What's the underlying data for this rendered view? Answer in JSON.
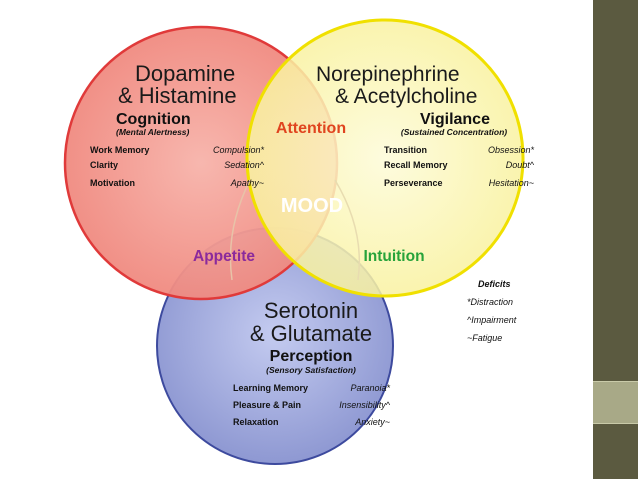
{
  "colors": {
    "circle_top_left": "#f2958c",
    "circle_top_right": "#fbf6a8",
    "circle_bottom": "#8a94d0",
    "stroke_top_left": "#e03a3a",
    "stroke_top_right": "#f0e000",
    "stroke_bottom": "#3d4a9e",
    "attention": "#e0441f",
    "appetite": "#8b2a9c",
    "intuition": "#27a33a",
    "sidebar": "#5b5a40",
    "sidebar_block": "#a8a987"
  },
  "center_label": "MOOD",
  "overlaps": {
    "top": "Attention",
    "left": "Appetite",
    "right": "Intuition"
  },
  "circles": {
    "dopamine": {
      "title_line1": "Dopamine",
      "title_line2": "& Histamine",
      "function": "Cognition",
      "subtitle": "(Mental Alertness)",
      "rows": [
        {
          "positive": "Work Memory",
          "negative": "Compulsion*"
        },
        {
          "positive": "Clarity",
          "negative": "Sedation^"
        },
        {
          "positive": "Motivation",
          "negative": "Apathy~"
        }
      ]
    },
    "norepinephrine": {
      "title_line1": "Norepinephrine",
      "title_line2": "& Acetylcholine",
      "function": "Vigilance",
      "subtitle": "(Sustained Concentration)",
      "rows": [
        {
          "positive": "Transition",
          "negative": "Obsession*"
        },
        {
          "positive": "Recall Memory",
          "negative": "Doubt^"
        },
        {
          "positive": "Perseverance",
          "negative": "Hesitation~"
        }
      ]
    },
    "serotonin": {
      "title_line1": "Serotonin",
      "title_line2": "& Glutamate",
      "function": "Perception",
      "subtitle": "(Sensory Satisfaction)",
      "rows": [
        {
          "positive": "Learning Memory",
          "negative": "Paranoia*"
        },
        {
          "positive": "Pleasure & Pain",
          "negative": "Insensibility^"
        },
        {
          "positive": "Relaxation",
          "negative": "Anxiety~"
        }
      ]
    }
  },
  "deficits": {
    "heading": "Deficits",
    "items": [
      "*Distraction",
      "^Impairment",
      "~Fatigue"
    ]
  }
}
